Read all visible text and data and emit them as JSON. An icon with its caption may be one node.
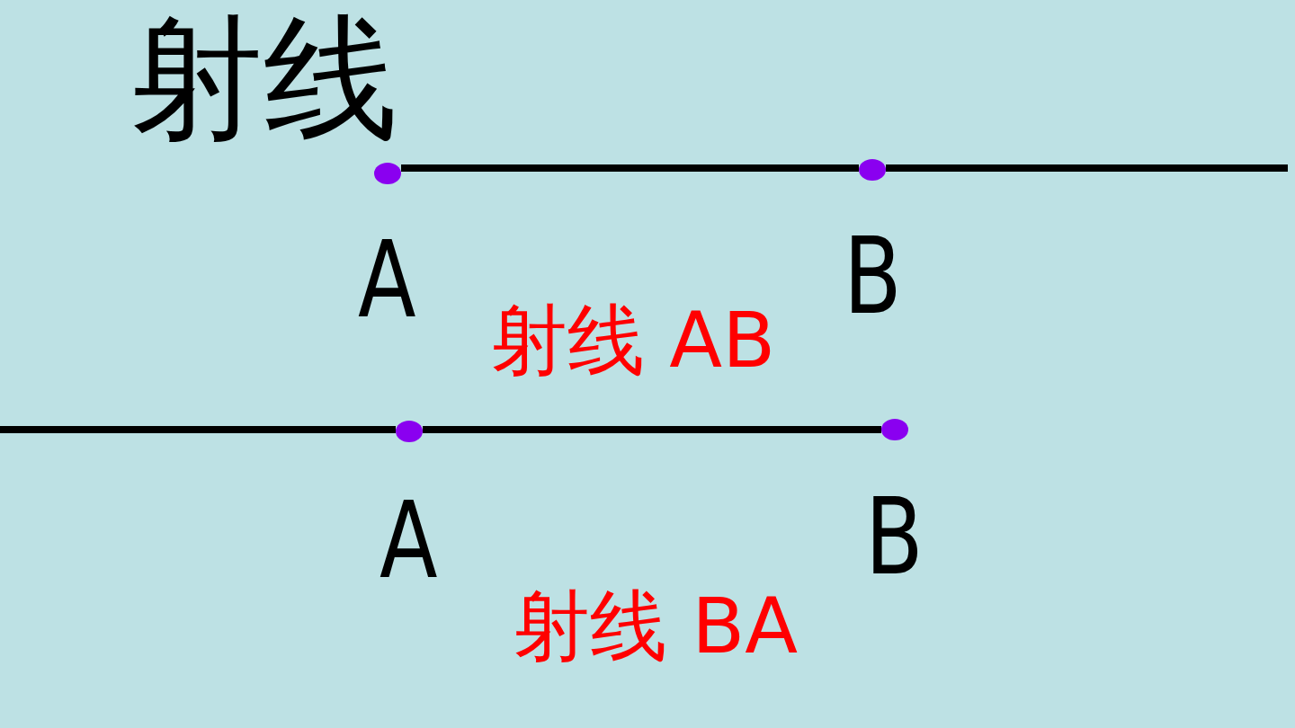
{
  "diagram": {
    "title": "射线",
    "nodes": [
      {
        "text": [],
        "shape": "circle",
        "beside": [
          "A"
        ]
      },
      {
        "text": [],
        "shape": "circle",
        "beside": [
          "B"
        ]
      },
      {
        "text": [],
        "shape": "circle",
        "beside": [
          "A"
        ]
      },
      {
        "text": [],
        "shape": "circle",
        "beside": [
          "B"
        ]
      }
    ],
    "edges": [
      {
        "from": 0,
        "to": 1,
        "arrow": "none"
      },
      {
        "from": 1,
        "to": null,
        "arrow": "none"
      },
      {
        "from": 2,
        "to": 3,
        "arrow": "none"
      },
      {
        "from": null,
        "to": 2,
        "arrow": "none"
      }
    ],
    "labels": [
      "射线 AB",
      "射线 BA"
    ]
  }
}
